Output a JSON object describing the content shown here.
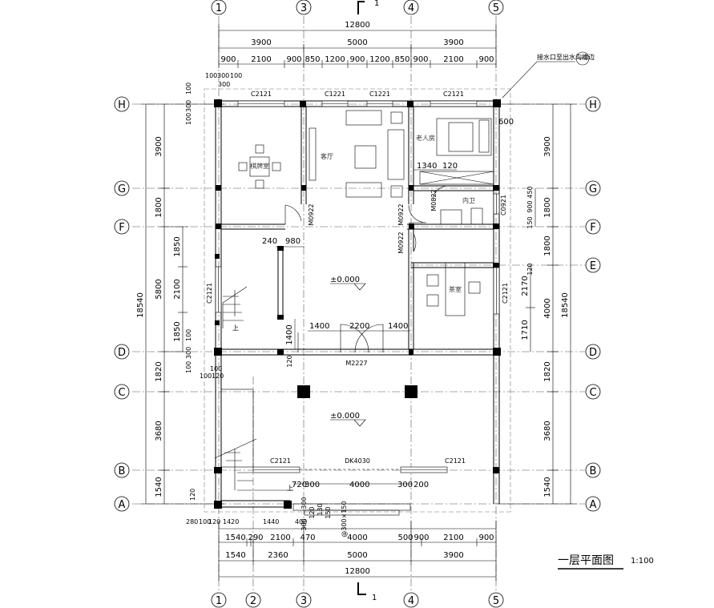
{
  "grid": {
    "top": [
      "1",
      "3",
      "4",
      "5"
    ],
    "bottom": [
      "1",
      "2",
      "3",
      "4",
      "5"
    ],
    "rows": [
      "H",
      "G",
      "F",
      "E",
      "D",
      "C",
      "B",
      "A"
    ]
  },
  "section_mark": "1",
  "dims_top": {
    "total": "12800",
    "bays": [
      "3900",
      "5000",
      "3900"
    ],
    "detail": [
      "900",
      "2100",
      "900",
      "850",
      "1200",
      "900",
      "1200",
      "850",
      "900",
      "2100",
      "900"
    ],
    "corner": [
      "100",
      "300",
      "100"
    ],
    "corner2": "300"
  },
  "dims_bottom": {
    "total": "12800",
    "bays": [
      "1540",
      "2360",
      "5000",
      "3900"
    ],
    "detail": [
      "1540",
      "290",
      "2100",
      "470",
      "4000",
      "500",
      "900",
      "2100",
      "900"
    ],
    "row1": [
      "280",
      "100",
      "120",
      "1420",
      "1440",
      "400"
    ]
  },
  "dims_left": {
    "total": "18540",
    "bays": [
      "3900",
      "1800",
      "5800",
      "1820",
      "3680",
      "1540"
    ],
    "stair": [
      "1850",
      "2100",
      "1850"
    ],
    "corner_top": [
      "100",
      "300",
      "100"
    ],
    "corner_mid": [
      "100",
      "300",
      "100"
    ],
    "misc": [
      "100",
      "100",
      "120",
      "120"
    ]
  },
  "dims_right": {
    "total": "18540",
    "bays": [
      "3900",
      "1800",
      "1800",
      "4000",
      "1820",
      "3680",
      "1540"
    ],
    "detail": [
      "900",
      "450",
      "150",
      "120",
      "2170",
      "1710"
    ]
  },
  "inner_dims": [
    "240",
    "980",
    "1340",
    "120",
    "600",
    "1400",
    "2200",
    "1400",
    "1400",
    "120",
    "720",
    "300",
    "4000",
    "300",
    "200",
    "300",
    "300",
    "120",
    "150",
    "130",
    "@300×150"
  ],
  "windows": [
    "C2121",
    "C1221",
    "C1221",
    "C2121",
    "C2121",
    "C2121",
    "C2121",
    "C2121",
    "C0921"
  ],
  "doors": [
    "M0922",
    "M0922",
    "M0822",
    "M0922",
    "M2227",
    "DK4030"
  ],
  "rooms": [
    "棋牌室",
    "客厅",
    "老人房",
    "内卫",
    "茶室"
  ],
  "levels": [
    "±0.000",
    "±0.000"
  ],
  "stair_label": "上",
  "note": "接水口至出水沟槽边",
  "drawing_title": "一层平面图",
  "scale": "1:100"
}
